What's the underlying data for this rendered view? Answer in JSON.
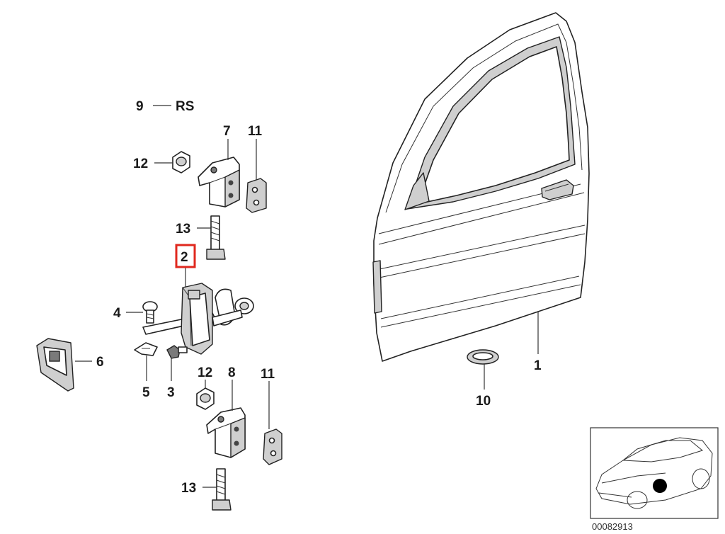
{
  "callouts": {
    "c9": "9",
    "c9_suffix": "RS",
    "c7": "7",
    "c11_top": "11",
    "c12_top": "12",
    "c13_top": "13",
    "c2": "2",
    "c4": "4",
    "c6": "6",
    "c5": "5",
    "c3": "3",
    "c12_bottom": "12",
    "c8": "8",
    "c11_bottom": "11",
    "c13_bottom": "13",
    "c1": "1",
    "c10": "10"
  },
  "highlight": {
    "callout": "2",
    "color": "#e0281e"
  },
  "diagram_code": "00082913",
  "icons": [
    "car-locator-icon"
  ]
}
